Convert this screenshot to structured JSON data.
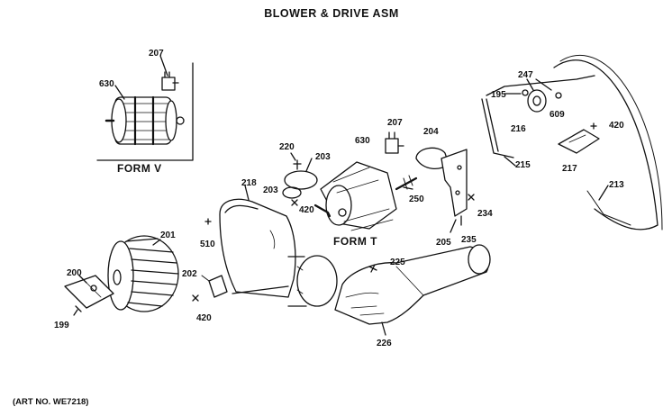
{
  "title": "BLOWER & DRIVE ASM",
  "form_v_label": "FORM V",
  "form_t_label": "FORM T",
  "art_no": "(ART NO. WE7218)",
  "callouts": {
    "p207a": "207",
    "p630a": "630",
    "p247": "247",
    "p195": "195",
    "p216": "216",
    "p609": "609",
    "p420a": "420",
    "p215": "215",
    "p217": "217",
    "p213": "213",
    "p630b": "630",
    "p207b": "207",
    "p204": "204",
    "p220": "220",
    "p203a": "203",
    "p218": "218",
    "p203b": "203",
    "p420b": "420",
    "p250": "250",
    "p234": "234",
    "p205": "205",
    "p235": "235",
    "p201": "201",
    "p510": "510",
    "p200": "200",
    "p202": "202",
    "p199": "199",
    "p420c": "420",
    "p225": "225",
    "p226": "226"
  },
  "colors": {
    "ink": "#111111",
    "paper": "#ffffff"
  }
}
